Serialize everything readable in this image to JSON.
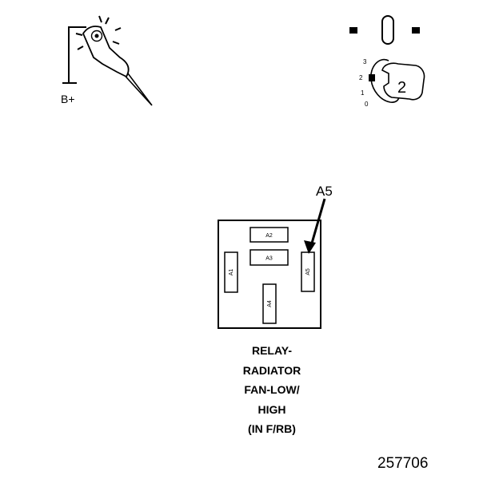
{
  "test_lamp": {
    "supply_label": "B+"
  },
  "ignition": {
    "positions": [
      "3",
      "2",
      "1",
      "0"
    ],
    "selected_position": "2"
  },
  "relay_block": {
    "callout": "A5",
    "terminals": [
      "A1",
      "A2",
      "A3",
      "A4",
      "A5"
    ]
  },
  "caption": {
    "lines": [
      "RELAY-",
      "RADIATOR",
      "FAN-LOW/",
      "HIGH",
      "(IN F/RB)"
    ]
  },
  "figure_number": "257706"
}
